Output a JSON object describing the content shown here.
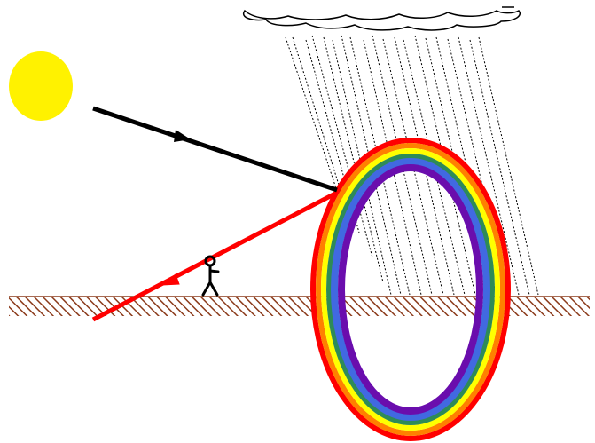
{
  "diagram": {
    "colors": {
      "sun": "#FFF200",
      "incoming_ray": "#000000",
      "refracted_ray": "#FF0000",
      "ground_hatch": "#8B3A1A",
      "cloud_outline": "#000000",
      "rain": "#000000",
      "person": "#000000",
      "rainbow_bands": [
        "#FF0000",
        "#FF8000",
        "#FFFF00",
        "#2E8B57",
        "#4169E1",
        "#6A0DAD"
      ]
    },
    "elements": [
      "sun",
      "cloud",
      "rain-streaks",
      "ground",
      "observer",
      "rainbow-ring",
      "incoming-sunray",
      "refracted-ray"
    ]
  }
}
